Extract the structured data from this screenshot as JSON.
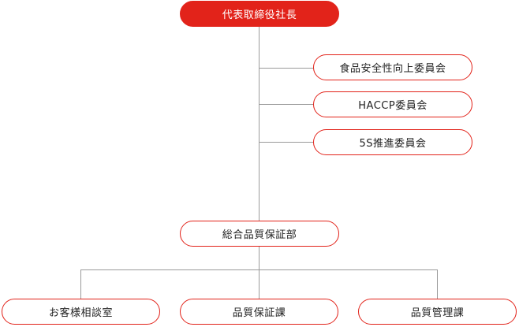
{
  "colors": {
    "accent": "#e2231a",
    "line": "#9a9a9a",
    "text": "#222222"
  },
  "org": {
    "president": "代表取締役社長",
    "committees": [
      "食品安全性向上委員会",
      "HACCP委員会",
      "5S推進委員会"
    ],
    "qa_division": "総合品質保証部",
    "sections": [
      "お客様相談室",
      "品質保証課",
      "品質管理課"
    ]
  }
}
